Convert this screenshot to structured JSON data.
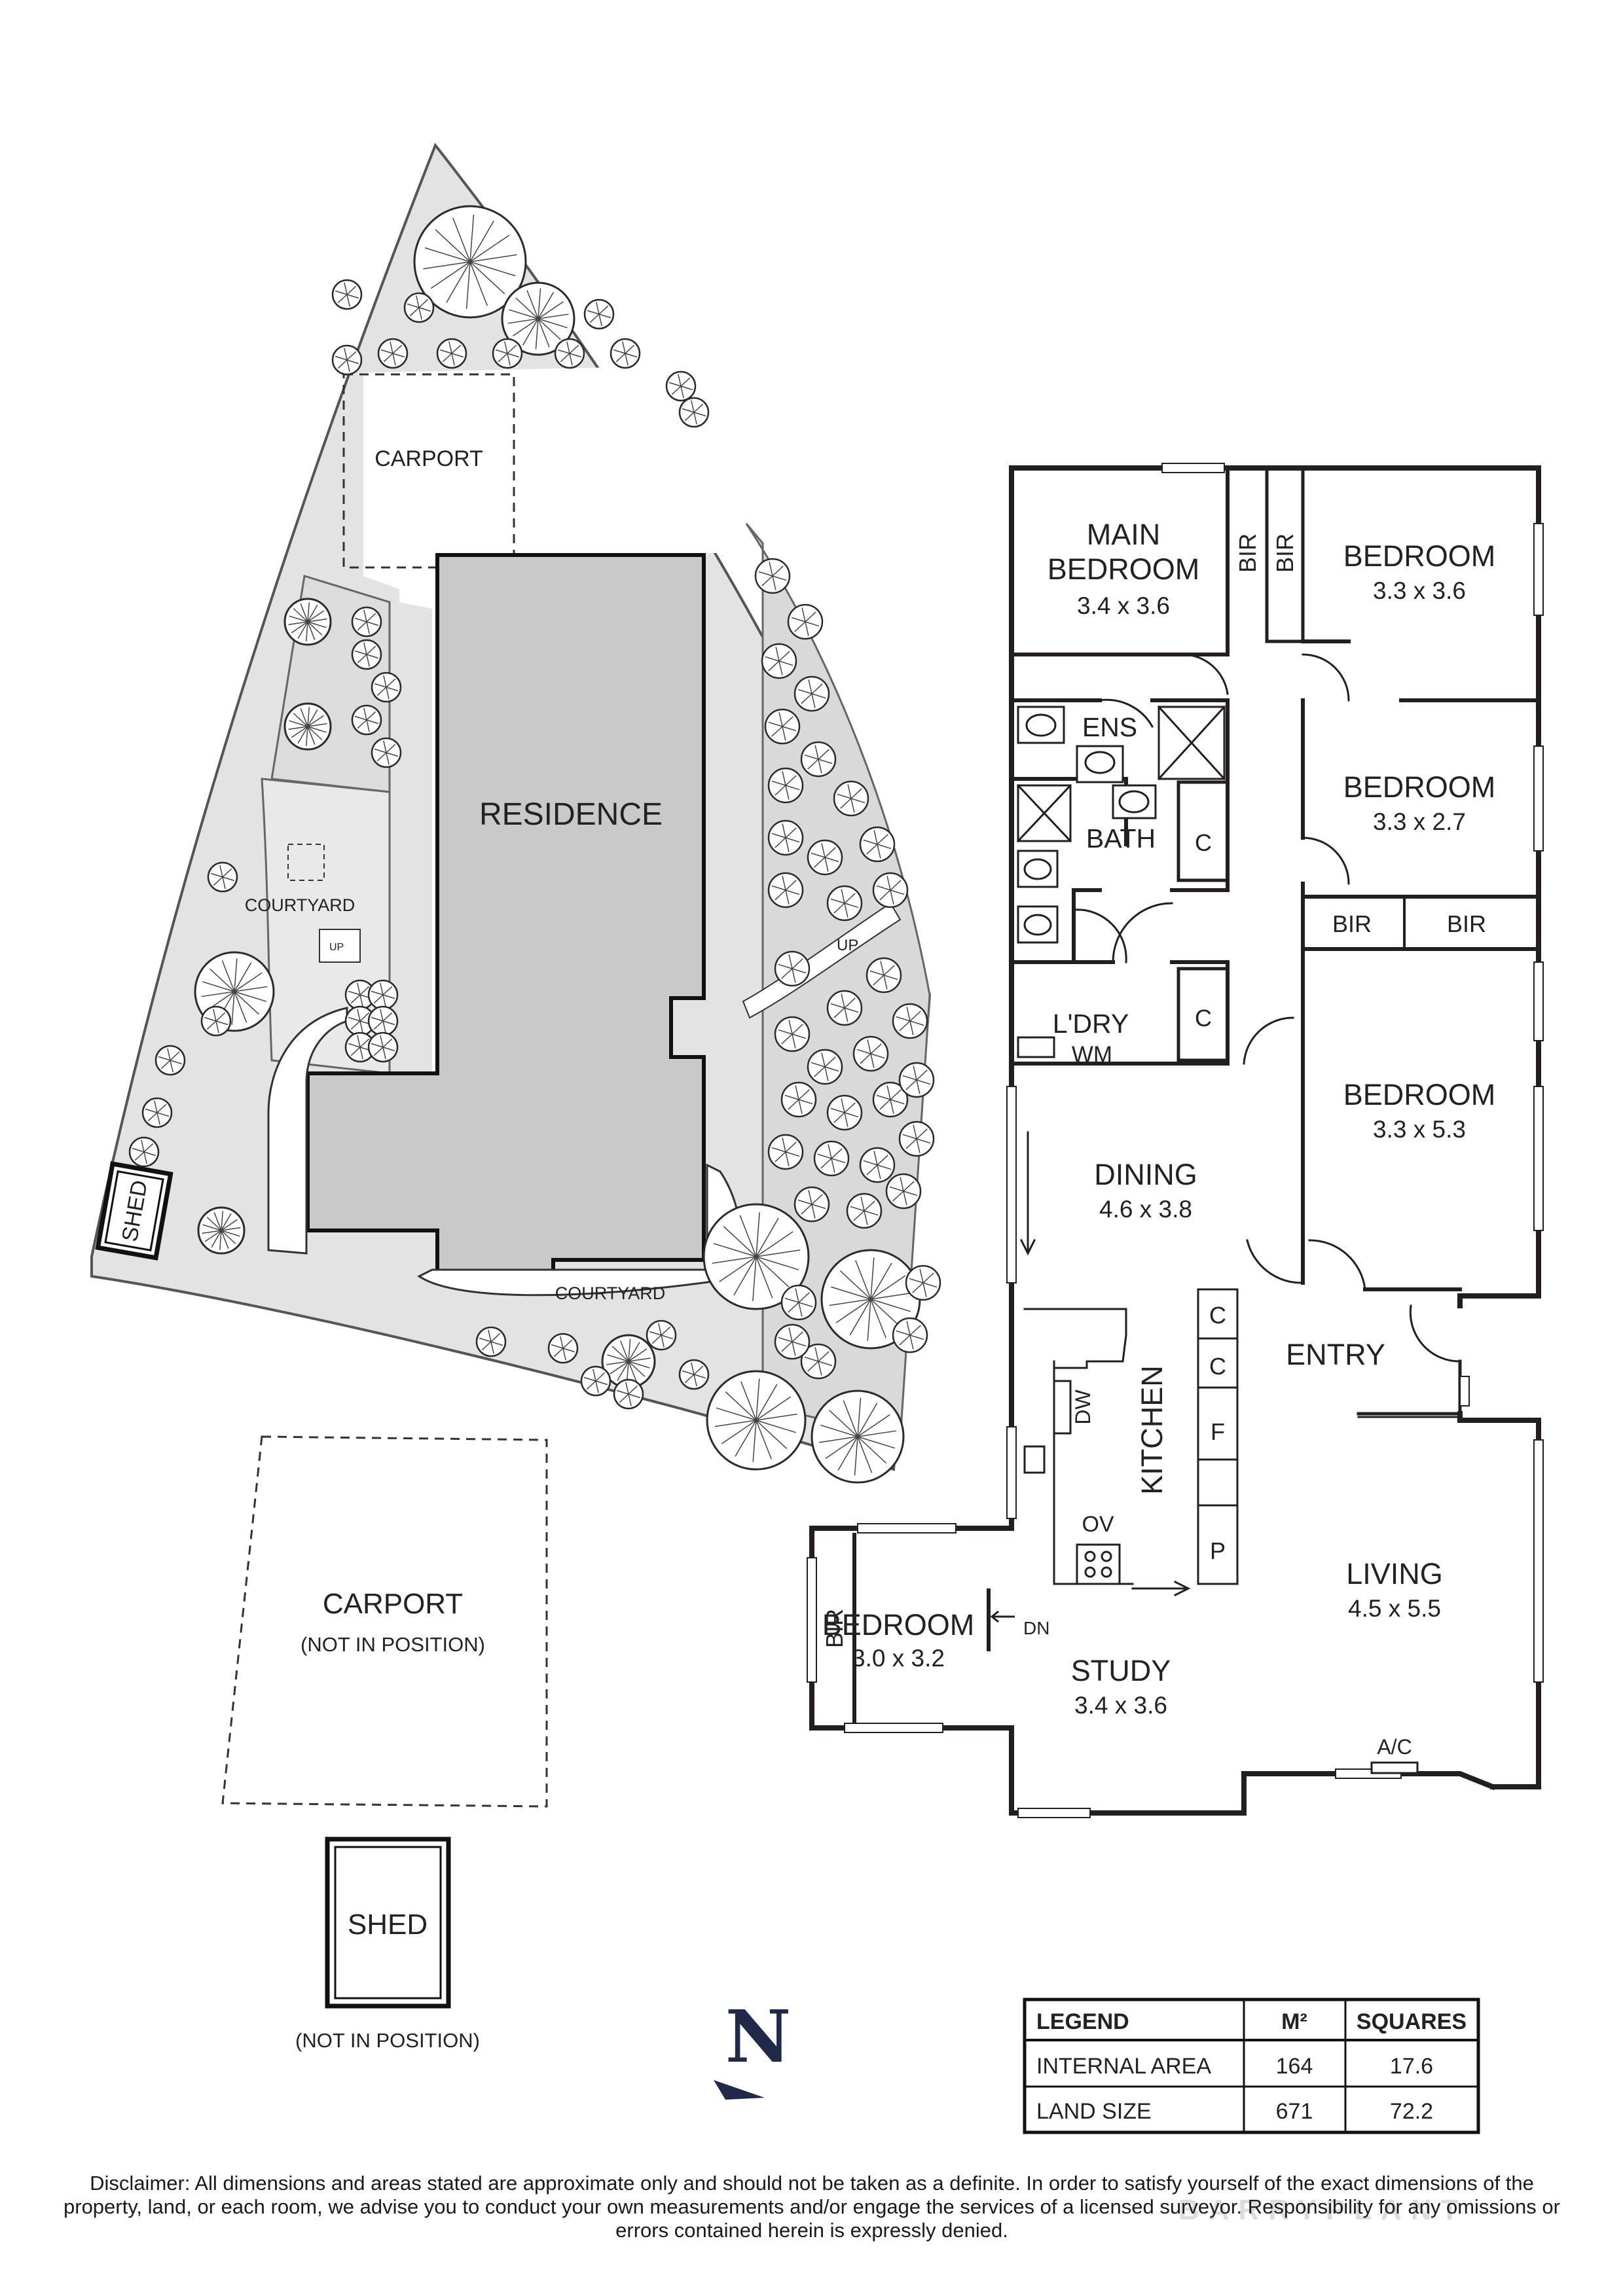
{
  "site": {
    "residence": "RESIDENCE",
    "carport_top": "CARPORT",
    "courtyard_west": "COURTYARD",
    "courtyard_south": "COURTYARD",
    "shed_site": "SHED",
    "up_east": "UP",
    "up_west": "UP"
  },
  "outbuildings": {
    "carport": "CARPORT",
    "carport_note": "(NOT IN POSITION)",
    "shed": "SHED",
    "shed_note": "(NOT IN POSITION)"
  },
  "floorplan": {
    "main_bedroom_1": "MAIN",
    "main_bedroom_2": "BEDROOM",
    "main_bedroom_dim": "3.4 x 3.6",
    "bedroom_ne": "BEDROOM",
    "bedroom_ne_dim": "3.3 x 3.6",
    "bedroom_e": "BEDROOM",
    "bedroom_e_dim": "3.3 x 2.7",
    "bedroom_se": "BEDROOM",
    "bedroom_se_dim": "3.3 x 5.3",
    "bedroom_w": "BEDROOM",
    "bedroom_w_dim": "3.0 x 3.2",
    "ens": "ENS",
    "bath": "BATH",
    "laundry": "L'DRY",
    "wm": "WM",
    "dining": "DINING",
    "dining_dim": "4.6 x 3.8",
    "kitchen": "KITCHEN",
    "entry": "ENTRY",
    "living": "LIVING",
    "living_dim": "4.5 x 5.5",
    "study": "STUDY",
    "study_dim": "3.4 x 3.6",
    "bir": "BIR",
    "c": "C",
    "f": "F",
    "p": "P",
    "dw": "DW",
    "ov": "OV",
    "dn": "DN",
    "ac": "A/C"
  },
  "north": "N",
  "legend": {
    "headers": [
      "LEGEND",
      "M²",
      "SQUARES"
    ],
    "rows": [
      {
        "label": "INTERNAL AREA",
        "m2": "164",
        "squares": "17.6"
      },
      {
        "label": "LAND SIZE",
        "m2": "671",
        "squares": "72.2"
      }
    ]
  },
  "disclaimer": "Disclaimer: All dimensions and areas stated are approximate only and should not be taken as a definite. In order to satisfy yourself of the exact dimensions of the property, land, or each room, we advise you to conduct your own measurements and/or engage the services of a licensed surveyor. Responsibility for any omissions or errors contained herein is expressly denied.",
  "watermark": "BARRYPLANT",
  "colors": {
    "wall": "#231f20",
    "garden": "#e4e4e4",
    "residence": "#cfcfcf",
    "north": "#1f2a4a"
  }
}
